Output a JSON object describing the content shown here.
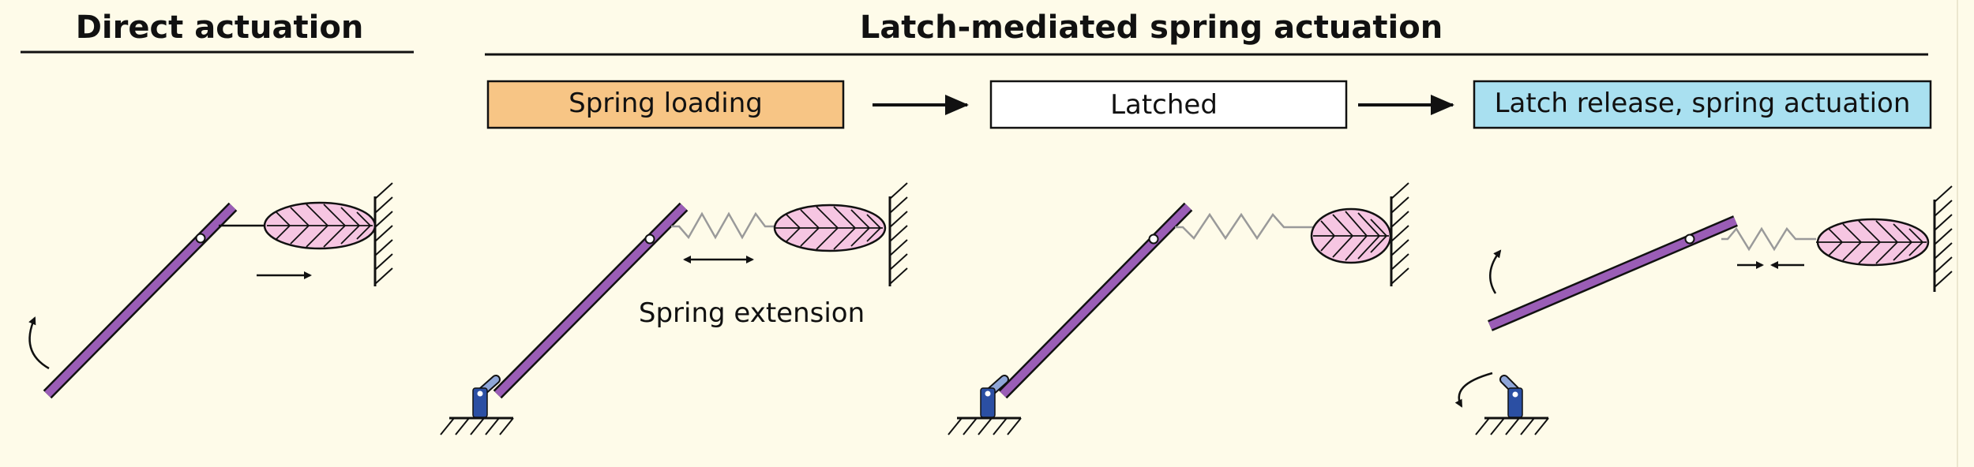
{
  "headings": {
    "direct": "Direct actuation",
    "latch": "Latch-mediated spring actuation"
  },
  "stages": [
    {
      "label": "Spring loading",
      "color": "#f7c585"
    },
    {
      "label": "Latched",
      "color": "#ffffff"
    },
    {
      "label": "Latch release, spring actuation",
      "color": "#a9e0f0"
    }
  ],
  "annotations": {
    "spring_extension": "Spring extension"
  },
  "colors": {
    "background": "#fefbe9",
    "lever": "#9a5db6",
    "muscle_fill": "#f6c6e2",
    "latch": "#2b4fa3",
    "latch_pin": "#8fa6d8",
    "spring": "#9a9a9a"
  }
}
